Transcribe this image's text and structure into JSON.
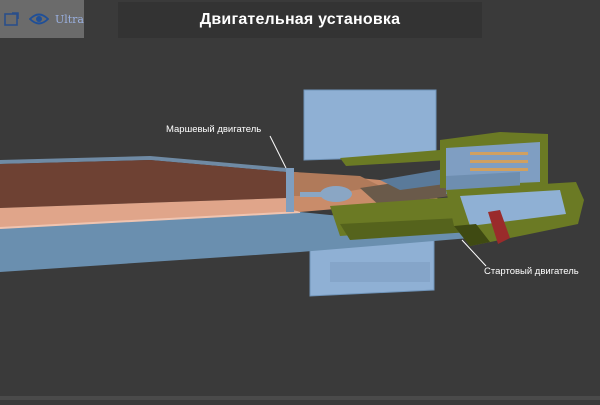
{
  "header": {
    "title": "Двигательная установка"
  },
  "toolbar": {
    "buttons": [
      {
        "icon": "expand-icon"
      },
      {
        "icon": "eye-icon"
      }
    ],
    "quality_label": "Ultra"
  },
  "labels": {
    "main_engine": "Маршевый двигатель",
    "booster_engine": "Стартовый двигатель"
  },
  "colors": {
    "background": "#3a3a3a",
    "toolbar": "#6b6b6b",
    "title_bar": "#333333",
    "casing_blue": "#6a8faf",
    "propellant_brown": "#6e4133",
    "propellant_light": "#e0a58a",
    "olive_green": "#6b7a24",
    "accent_red": "#9a2b2b",
    "fin_blue": "#8fb0d4"
  }
}
